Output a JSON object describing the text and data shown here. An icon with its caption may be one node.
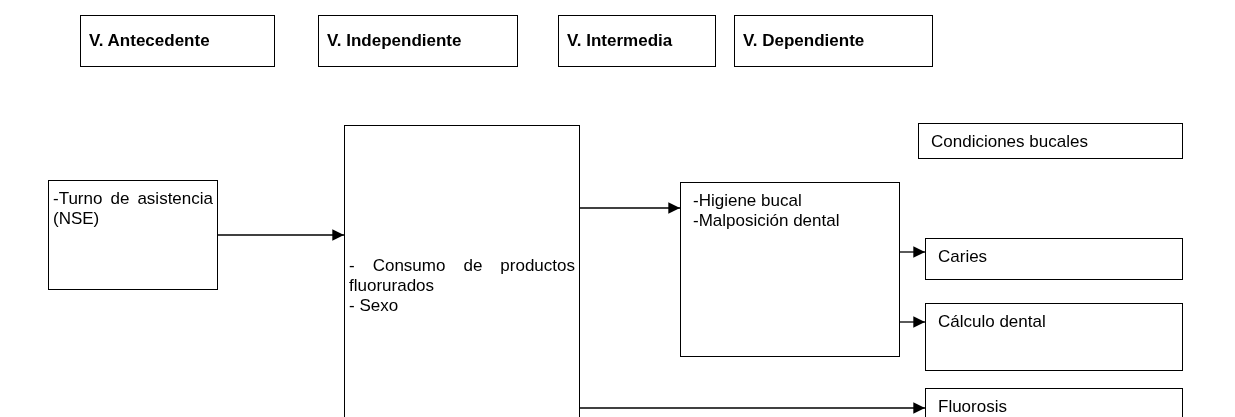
{
  "diagram": {
    "nodes": [
      {
        "text": [
          "V. Antecedente"
        ]
      },
      {
        "text": [
          "V. Independiente"
        ]
      },
      {
        "text": [
          "V. Intermedia"
        ]
      },
      {
        "text": [
          "V. Dependiente"
        ]
      },
      {
        "text": [
          "Condiciones bucales"
        ]
      },
      {
        "text": [
          "-Turno de asistencia (NSE)"
        ]
      },
      {
        "text": [
          "- Consumo de productos fluorurados",
          "- Sexo"
        ]
      },
      {
        "text": [
          "-Higiene bucal",
          "-Malposición dental"
        ]
      },
      {
        "text": [
          "Caries"
        ]
      },
      {
        "text": [
          "Cálculo dental"
        ]
      },
      {
        "text": [
          "Fluorosis"
        ]
      }
    ],
    "edges": [
      {
        "from": 5,
        "to": 6,
        "arrow": "to"
      },
      {
        "from": 6,
        "to": 7,
        "arrow": "to"
      },
      {
        "from": 7,
        "to": 8,
        "arrow": "to"
      },
      {
        "from": 7,
        "to": 9,
        "arrow": "to"
      },
      {
        "from": 6,
        "to": 10,
        "arrow": "to"
      }
    ]
  }
}
